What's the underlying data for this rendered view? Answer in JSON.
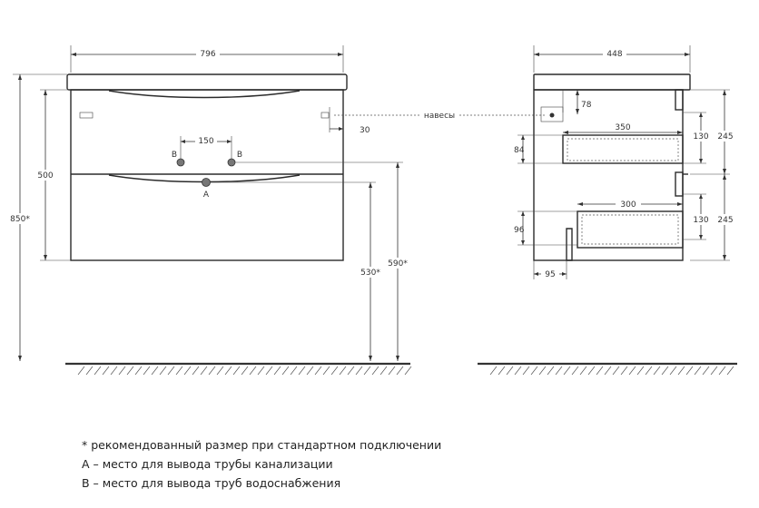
{
  "dimensions": {
    "front_width": "796",
    "side_depth": "448",
    "hole_spacing": "150",
    "hinge_offset": "30",
    "upper_drawer_height": "500",
    "total_height": "850*",
    "pipe_a_height": "530*",
    "pipe_b_height": "590*",
    "hinge_depth": "78",
    "upper_drawer_depth": "350",
    "lower_drawer_depth": "300",
    "upper_drawer_inner": "84",
    "lower_drawer_inner": "96",
    "lower_offset": "95",
    "upper_front_inner": "130",
    "lower_front_inner": "130",
    "upper_front_height": "245",
    "lower_front_height": "245"
  },
  "labels": {
    "hinges": "навесы",
    "point_a": "A",
    "point_b_left": "B",
    "point_b_right": "B"
  },
  "legend": {
    "line1": "* рекомендованный размер при стандартном подключении",
    "line2": "А – место для вывода трубы канализации",
    "line3": "В – место для вывода труб водоснабжения"
  }
}
